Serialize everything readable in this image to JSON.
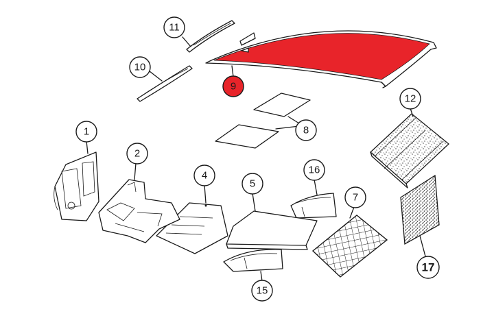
{
  "colors": {
    "highlight": "#e8242a",
    "line": "#1a1a1a",
    "background": "#ffffff"
  },
  "callouts": {
    "c1": "1",
    "c2": "2",
    "c4": "4",
    "c5": "5",
    "c7": "7",
    "c8": "8",
    "c9": "9",
    "c10": "10",
    "c11": "11",
    "c12": "12",
    "c15": "15",
    "c16": "16",
    "c17": "17"
  }
}
